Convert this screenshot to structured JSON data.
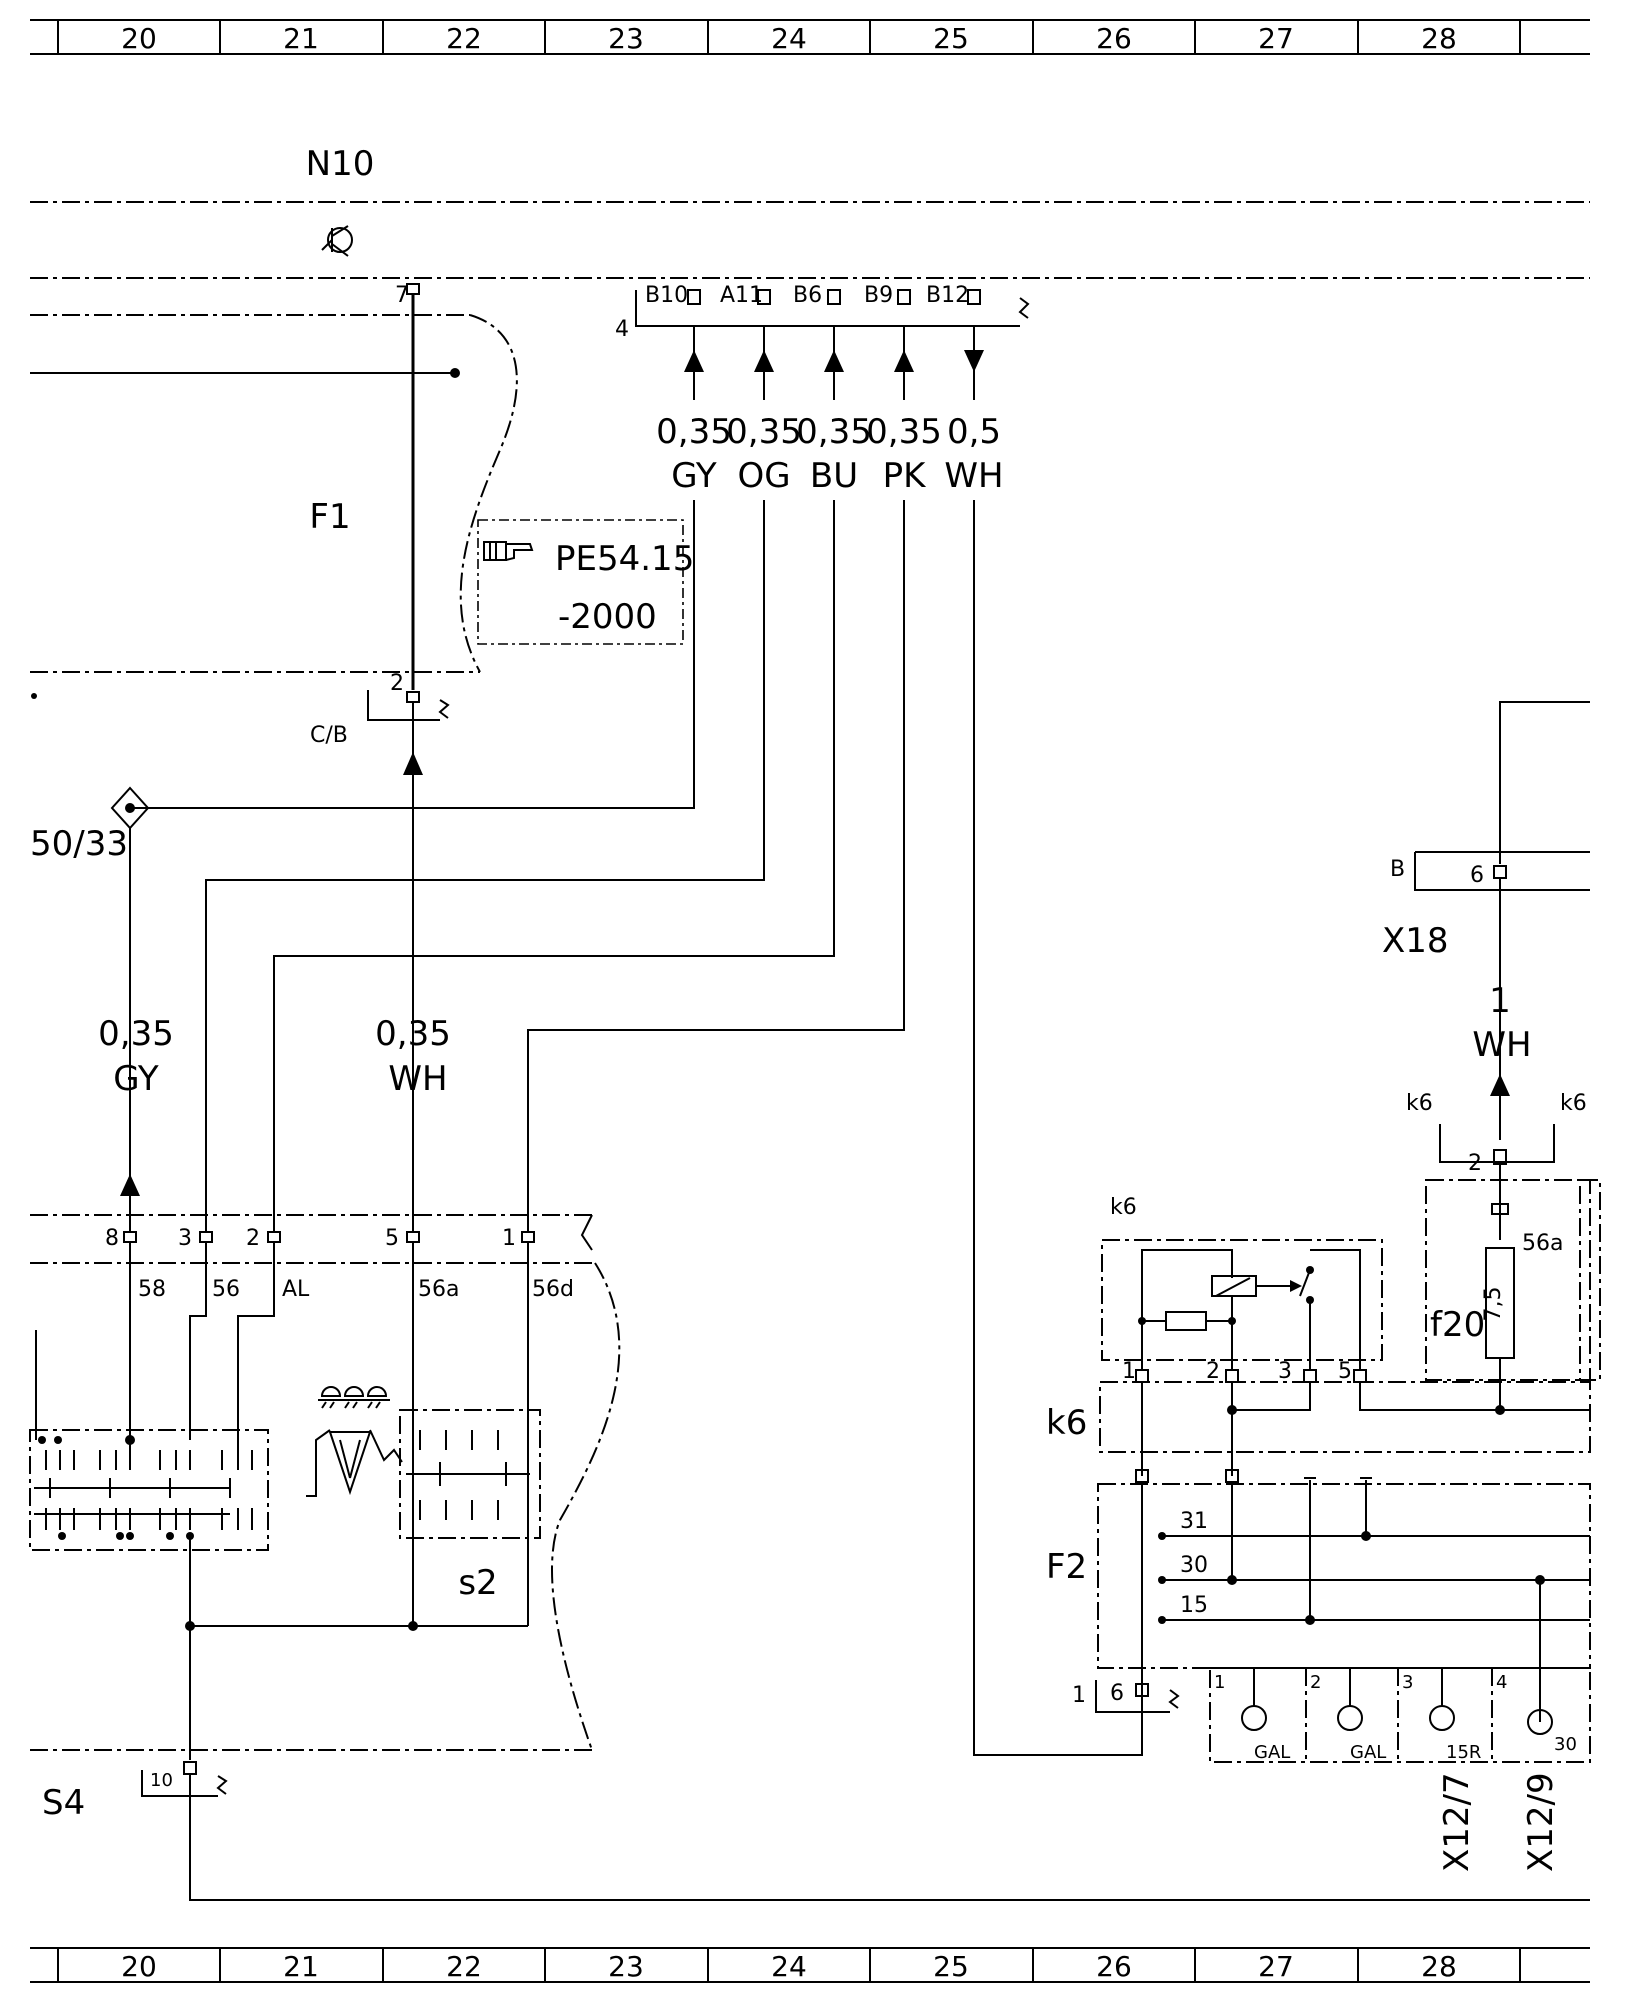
{
  "grid_columns": [
    "20",
    "21",
    "22",
    "23",
    "24",
    "25",
    "26",
    "27",
    "28"
  ],
  "components": {
    "n10": "N10",
    "f1": "F1",
    "f2": "F2",
    "s4": "S4",
    "s2": "s2",
    "k6": "k6",
    "x18": "X18",
    "f20": "f20",
    "fuse_value": "7,5"
  },
  "reference_note": {
    "line1": "PE54.15",
    "line2": "-2000"
  },
  "connector_labels": {
    "c_b": "C/B",
    "n10_pin": "7",
    "f1_pin": "2",
    "n10_plug_number": "4",
    "pin_50_33": "50/33",
    "x18_b": "B",
    "x18_pin": "6",
    "s4_pin": "10",
    "f2_side": "1",
    "f2_pin": "6",
    "k6_top": "k6",
    "k6_top_right": "k6",
    "f20_top_pin": "2",
    "f20_side": "56a"
  },
  "n10_pins": [
    "B10",
    "A11",
    "B6",
    "B9",
    "B12"
  ],
  "n10_wires": [
    {
      "size": "0,35",
      "color": "GY"
    },
    {
      "size": "0,35",
      "color": "OG"
    },
    {
      "size": "0,35",
      "color": "BU"
    },
    {
      "size": "0,35",
      "color": "PK"
    },
    {
      "size": "0,5",
      "color": "WH"
    }
  ],
  "left_wire": {
    "size": "0,35",
    "color": "GY"
  },
  "center_wire": {
    "size": "0,35",
    "color": "WH"
  },
  "x18_wire": {
    "size": "1",
    "color": "WH"
  },
  "switch_pins": [
    {
      "pin": "8",
      "func": "58"
    },
    {
      "pin": "3",
      "func": "56"
    },
    {
      "pin": "2",
      "func": "AL"
    },
    {
      "pin": "5",
      "func": "56a"
    },
    {
      "pin": "1",
      "func": "56d"
    }
  ],
  "k6_pins": [
    "1",
    "2",
    "3",
    "5"
  ],
  "f2_lines": [
    "31",
    "30",
    "15"
  ],
  "f2_terminals": [
    {
      "num": "1",
      "label": "GAL"
    },
    {
      "num": "2",
      "label": "GAL"
    },
    {
      "num": "3",
      "label": "15R"
    },
    {
      "num": "4",
      "label": "30"
    }
  ],
  "bottom_refs": [
    "X12/7",
    "X12/9"
  ]
}
